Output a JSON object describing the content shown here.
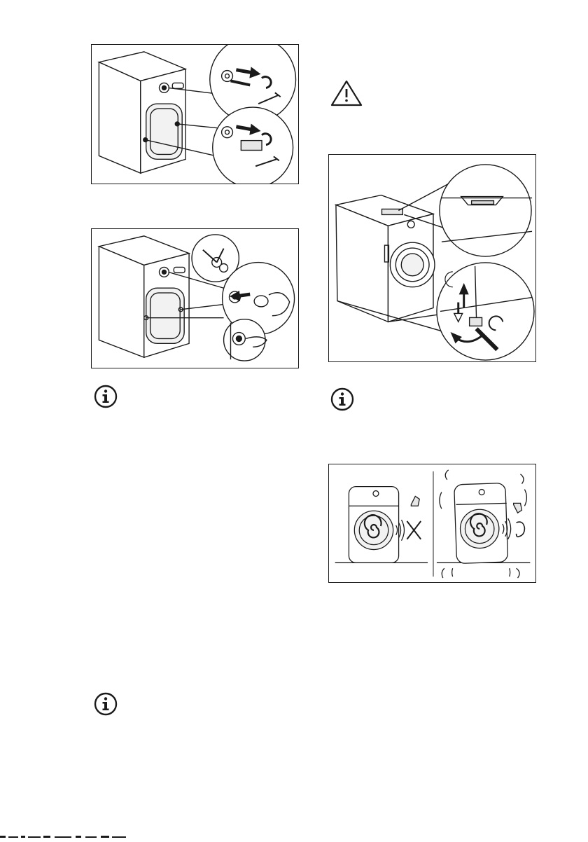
{
  "figures": [
    {
      "id": "fig-remove-transit-bolts",
      "icon": "transit-bolt-removal-illustration"
    },
    {
      "id": "fig-insert-plastic-caps",
      "icon": "plastic-caps-insertion-illustration"
    },
    {
      "id": "fig-level-appliance",
      "icon": "leveling-feet-illustration"
    },
    {
      "id": "fig-vibration-noise",
      "icon": "vibration-comparison-illustration"
    }
  ],
  "notes": [
    {
      "id": "info-note-1",
      "icon": "info-icon"
    },
    {
      "id": "info-note-2",
      "icon": "info-icon"
    },
    {
      "id": "info-note-3",
      "icon": "info-icon"
    }
  ],
  "warnings": [
    {
      "id": "warning-note-1",
      "icon": "warning-triangle-icon"
    }
  ],
  "colors": {
    "line": "#1a1a1a",
    "paper": "#ffffff",
    "shade": "#e6e6e6"
  }
}
